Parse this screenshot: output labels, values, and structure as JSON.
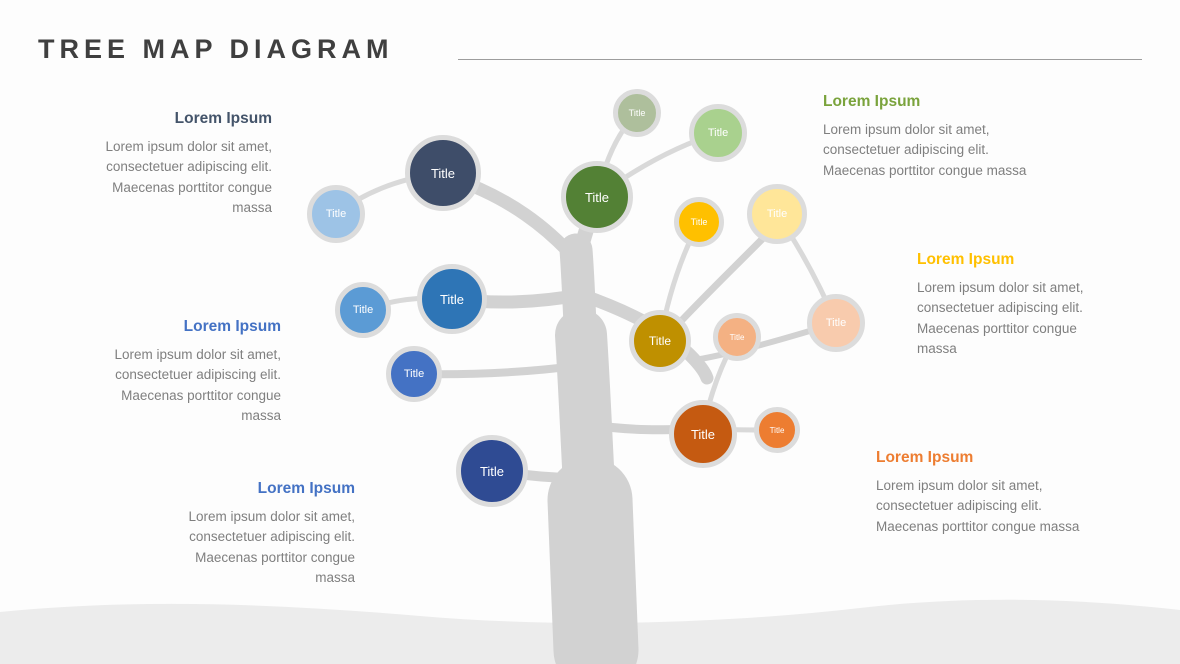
{
  "slide": {
    "title": "TREE MAP DIAGRAM"
  },
  "colors": {
    "title": "#3f3f3f",
    "tree": "#d2d2d2",
    "connector": "#d9d9d9",
    "ring": "#dcdcdc",
    "ground": "#ececec",
    "body_text": "#7f7f7f"
  },
  "text_blocks": [
    {
      "position": "top-left",
      "heading": "Lorem Ipsum",
      "heading_color": "#44546a",
      "body": "Lorem ipsum dolor sit amet, consectetuer adipiscing elit. Maecenas porttitor congue massa"
    },
    {
      "position": "middle-left",
      "heading": "Lorem Ipsum",
      "heading_color": "#4472c4",
      "body": "Lorem ipsum dolor sit amet, consectetuer adipiscing elit. Maecenas porttitor congue massa"
    },
    {
      "position": "bottom-left",
      "heading": "Lorem Ipsum",
      "heading_color": "#4472c4",
      "body": "Lorem ipsum dolor sit amet, consectetuer adipiscing elit. Maecenas porttitor congue massa"
    },
    {
      "position": "top-right",
      "heading": "Lorem Ipsum",
      "heading_color": "#7aa33c",
      "body": "Lorem ipsum dolor sit amet, consectetuer adipiscing elit. Maecenas porttitor congue massa"
    },
    {
      "position": "middle-right",
      "heading": "Lorem Ipsum",
      "heading_color": "#ffc000",
      "body": "Lorem ipsum dolor sit amet, consectetuer adipiscing elit. Maecenas porttitor congue massa"
    },
    {
      "position": "bottom-right",
      "heading": "Lorem Ipsum",
      "heading_color": "#ed7d31",
      "body": "Lorem ipsum dolor sit amet, consectetuer adipiscing elit. Maecenas porttitor congue massa"
    }
  ],
  "nodes": [
    {
      "label": "Title",
      "color": "#3e4d69"
    },
    {
      "label": "Title",
      "color": "#9dc3e6"
    },
    {
      "label": "Title",
      "color": "#538135"
    },
    {
      "label": "Title",
      "color": "#aebf9c"
    },
    {
      "label": "Title",
      "color": "#a9d18e"
    },
    {
      "label": "Title",
      "color": "#ffc000"
    },
    {
      "label": "Title",
      "color": "#ffe699"
    },
    {
      "label": "Title",
      "color": "#2e75b6"
    },
    {
      "label": "Title",
      "color": "#5b9bd5"
    },
    {
      "label": "Title",
      "color": "#4472c4"
    },
    {
      "label": "Title",
      "color": "#bf9000"
    },
    {
      "label": "Title",
      "color": "#f4b183"
    },
    {
      "label": "Title",
      "color": "#f8cbad"
    },
    {
      "label": "Title",
      "color": "#2f4b93"
    },
    {
      "label": "Title",
      "color": "#c55a11"
    },
    {
      "label": "Title",
      "color": "#ed7d31"
    }
  ]
}
